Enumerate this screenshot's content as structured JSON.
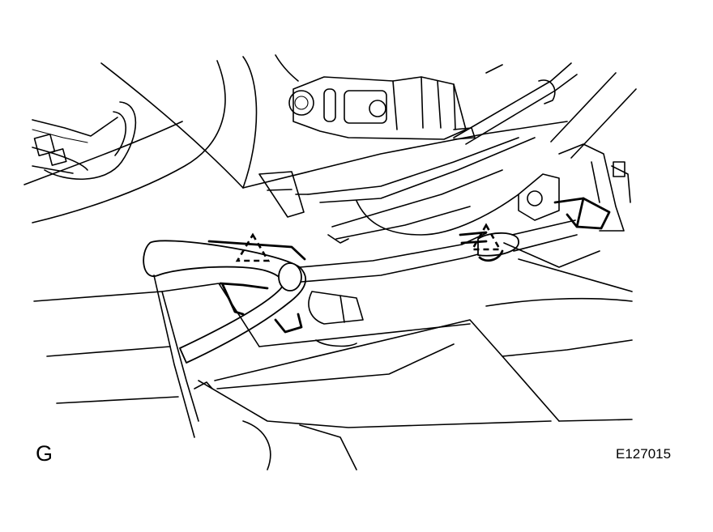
{
  "figure": {
    "view_label": "G",
    "code": "E127015"
  },
  "colors": {
    "ink": "#000000",
    "background": "#ffffff"
  },
  "callouts": [
    {
      "icon": "clip-triangle-icon",
      "style": "dashed"
    },
    {
      "icon": "clip-triangle-icon",
      "style": "dashed"
    }
  ]
}
